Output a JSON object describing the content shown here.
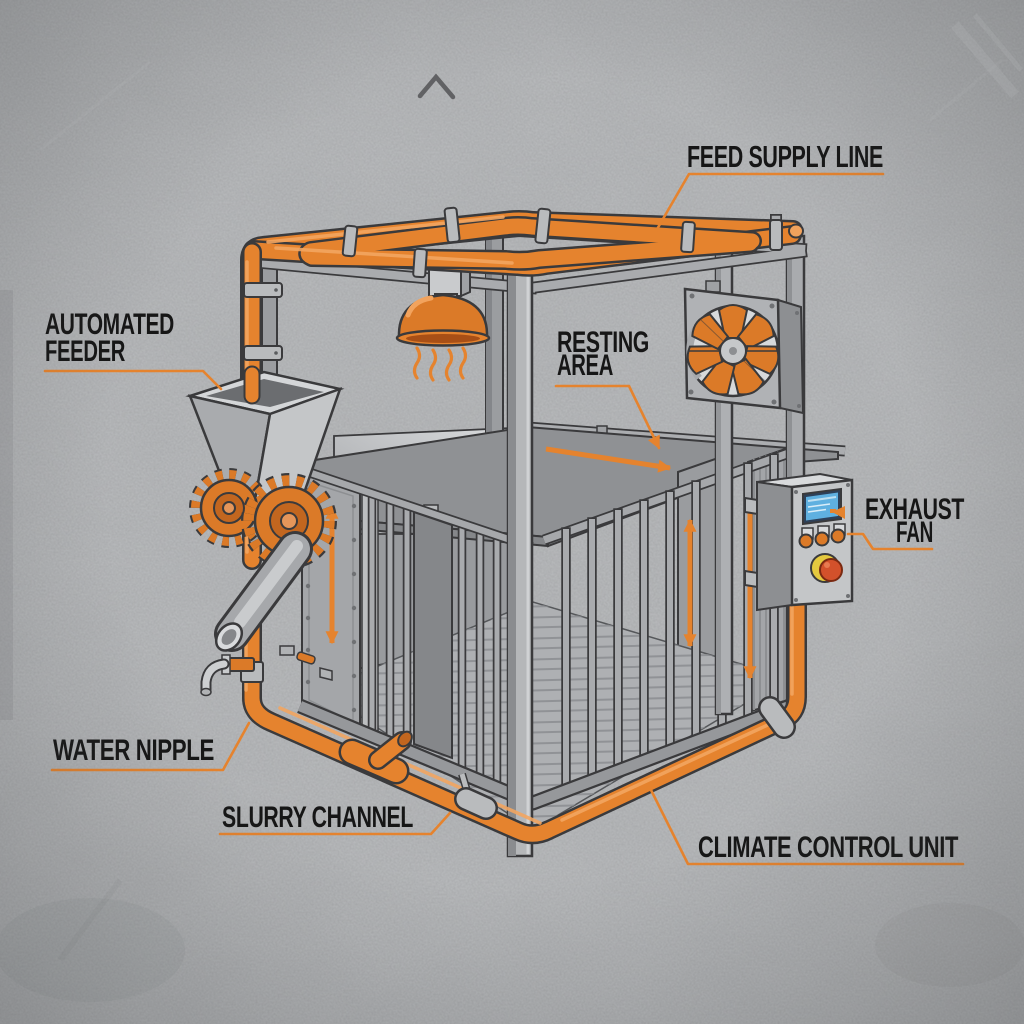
{
  "diagram": {
    "type": "isometric-technical-illustration",
    "subject": "automated livestock pen system on concrete background",
    "labels": {
      "feed_supply_line": {
        "text": "FEED SUPPLY LINE"
      },
      "automated_feeder": {
        "line1": "AUTOMATED",
        "line2": "FEEDER"
      },
      "resting_area": {
        "line1": "RESTING",
        "line2": "AREA"
      },
      "exhaust_fan": {
        "line1": "EXHAUST",
        "line2": "FAN"
      },
      "water_nipple": {
        "text": "WATER NIPPLE"
      },
      "slurry_channel": {
        "text": "SLURRY CHANNEL"
      },
      "climate_control_unit": {
        "text": "CLIMATE CONTROL UNIT"
      }
    },
    "colors": {
      "accent_orange": "#E5832E",
      "orange_deep": "#DB7A28",
      "orange_dark": "#C2661F",
      "orange_highlight": "#F2A560",
      "outline_ink": "#3A3A3C",
      "label_ink": "#161616",
      "concrete_gray": "#B3B5B7",
      "steel_light": "#C9CBCD",
      "steel_mid": "#A6A8AB",
      "steel_dark": "#8A8C8F",
      "screen_blue": "#5FB0E0",
      "estop_red": "#D3512B",
      "safety_yellow": "#E5C93F"
    },
    "components": [
      "feed-supply-pipe-loop",
      "heat-lamp",
      "exhaust-fan",
      "automated-feeder-hopper",
      "feeder-gears",
      "discharge-chute",
      "water-nipple-spigot",
      "slurry-pipe",
      "climate-control-panel",
      "emergency-stop-button",
      "resting-platform",
      "slatted-floor",
      "pen-bars",
      "airflow-arrows"
    ]
  }
}
